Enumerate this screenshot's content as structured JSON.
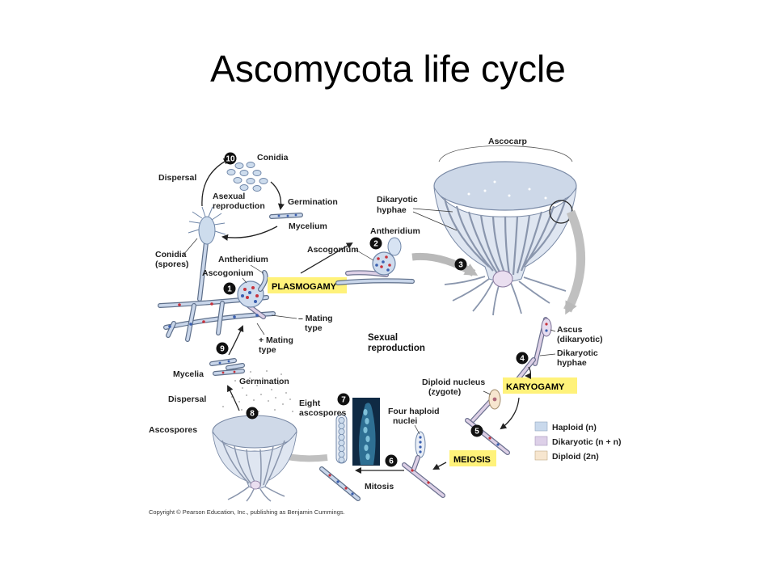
{
  "title": "Ascomycota life cycle",
  "labels": {
    "ascocarp": "Ascocarp",
    "conidia": "Conidia",
    "dispersal_top": "Dispersal",
    "asexual_1": "Asexual",
    "asexual_2": "reproduction",
    "germination_top": "Germination",
    "mycelium": "Mycelium",
    "conidia_spores_1": "Conidia",
    "conidia_spores_2": "(spores)",
    "antheridium_left": "Antheridium",
    "ascogonium_left": "Ascogonium",
    "minus_mating_1": "– Mating",
    "minus_mating_2": "type",
    "plus_mating_1": "+ Mating",
    "plus_mating_2": "type",
    "dikaryotic_hyphae_top_1": "Dikaryotic",
    "dikaryotic_hyphae_top_2": "hyphae",
    "antheridium_mid": "Antheridium",
    "ascogonium_mid": "Ascogonium",
    "sexual_1": "Sexual",
    "sexual_2": "reproduction",
    "ascus_1": "Ascus",
    "ascus_2": "(dikaryotic)",
    "dikaryotic_hyphae_right_1": "Dikaryotic",
    "dikaryotic_hyphae_right_2": "hyphae",
    "diploid_nucleus_1": "Diploid nucleus",
    "diploid_nucleus_2": "(zygote)",
    "mycelia": "Mycelia",
    "germination_bottom": "Germination",
    "dispersal_bottom": "Dispersal",
    "ascospores": "Ascospores",
    "eight_ascospores_1": "Eight",
    "eight_ascospores_2": "ascospores",
    "four_haploid_1": "Four haploid",
    "four_haploid_2": "nuclei",
    "mitosis": "Mitosis"
  },
  "stages": {
    "plasmogamy": "PLASMOGAMY",
    "karyogamy": "KARYOGAMY",
    "meiosis": "MEIOSIS"
  },
  "steps": [
    "1",
    "2",
    "3",
    "4",
    "5",
    "6",
    "7",
    "8",
    "9",
    "10"
  ],
  "legend": [
    {
      "label": "Haploid (n)",
      "color": "#c9d9ec"
    },
    {
      "label": "Dikaryotic (n + n)",
      "color": "#ddd0e8"
    },
    {
      "label": "Diploid (2n)",
      "color": "#f7e6cf"
    }
  ],
  "copyright": "Copyright © Pearson Education, Inc., publishing as Benjamin Cummings.",
  "colors": {
    "stage_box": "#fff27a",
    "haploid": "#c9d9ec",
    "dikaryotic": "#ddd0e8",
    "diploid": "#f7e6cf",
    "red_nucleus": "#c8323c",
    "blue_nucleus": "#3a5fb0"
  }
}
